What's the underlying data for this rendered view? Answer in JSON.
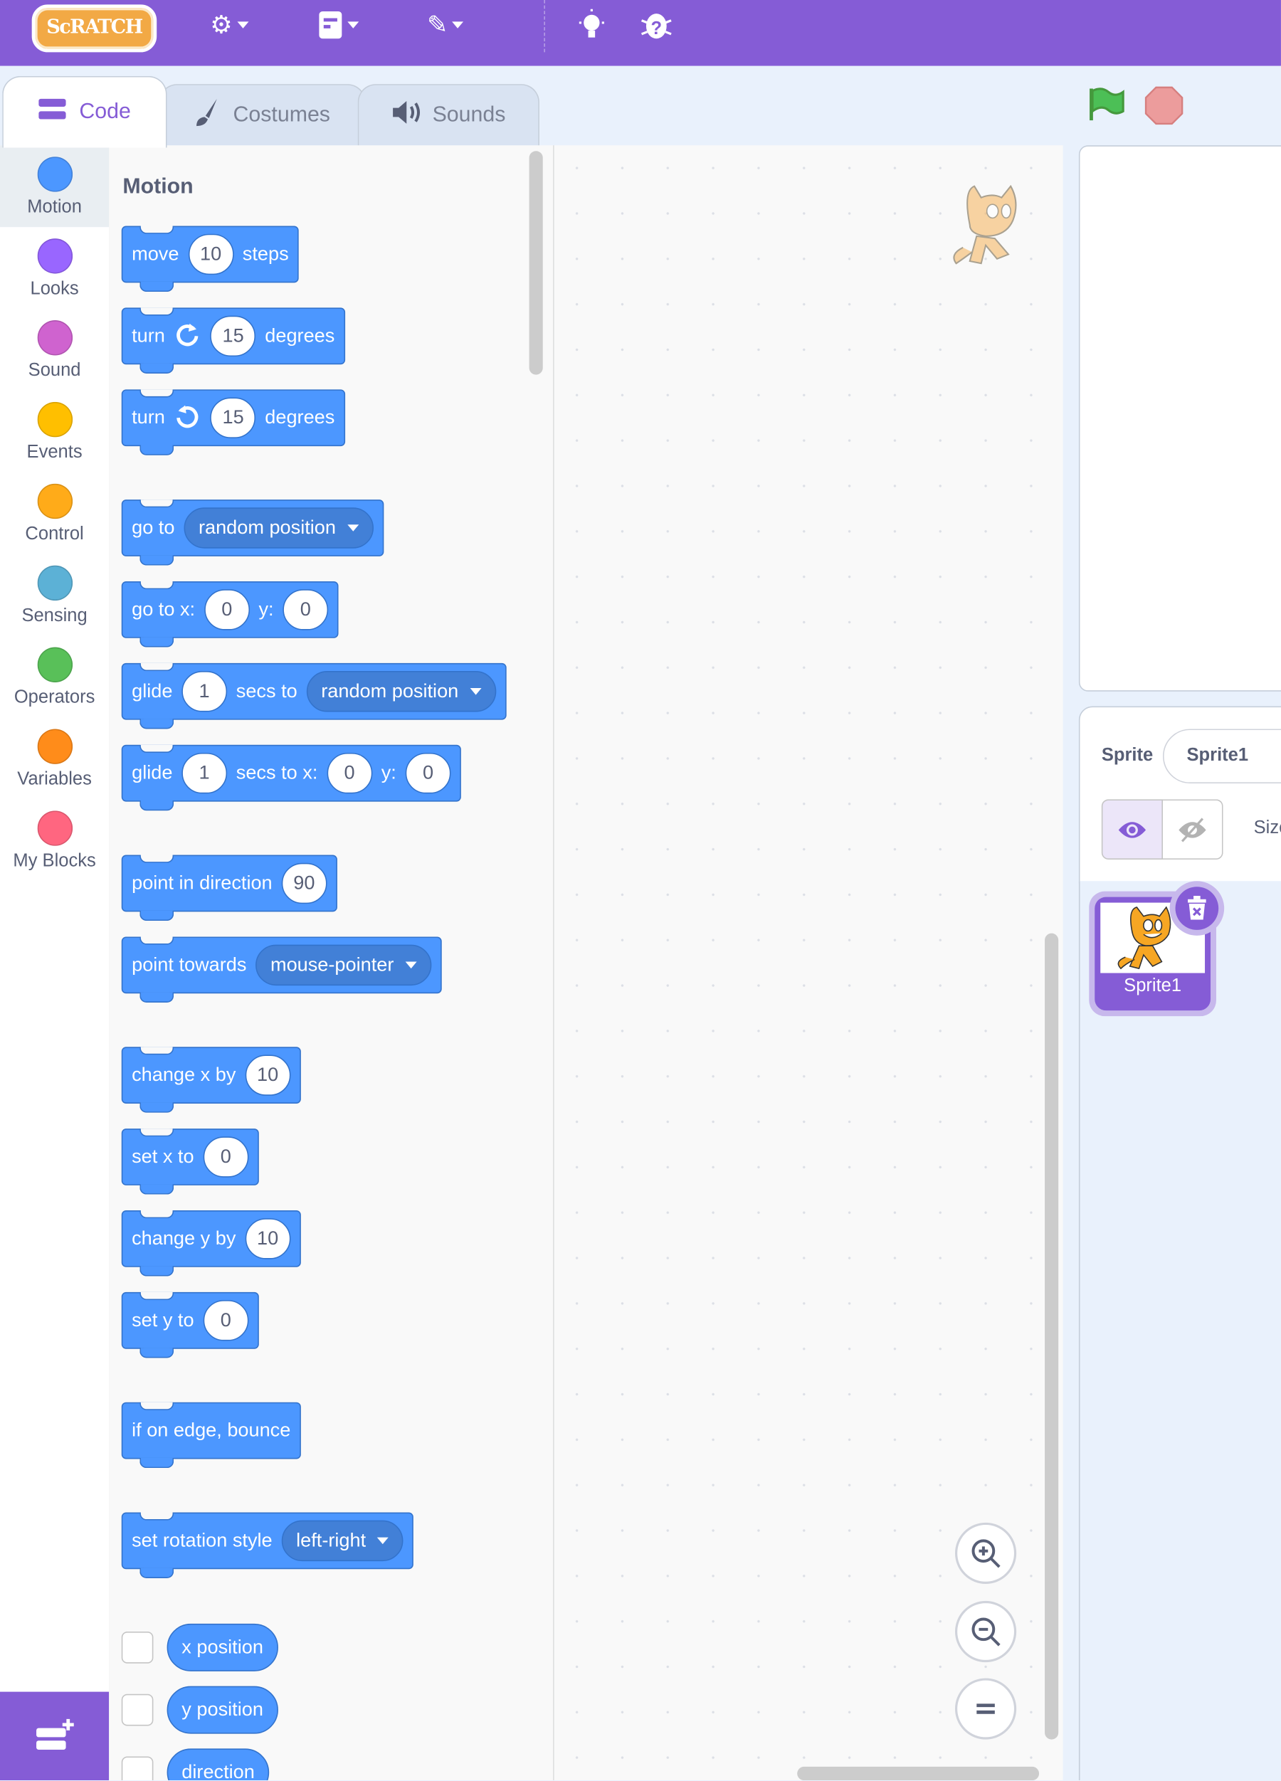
{
  "header": {
    "logo": "SCRATCH",
    "menus": [
      "settings-icon",
      "file-icon",
      "edit-icon"
    ],
    "icons": [
      "tutorials-bulb-icon",
      "debug-icon"
    ]
  },
  "tabs": [
    {
      "label": "Code",
      "active": true
    },
    {
      "label": "Costumes",
      "active": false
    },
    {
      "label": "Sounds",
      "active": false
    }
  ],
  "categories": [
    {
      "label": "Motion",
      "color": "#4c97ff",
      "selected": true
    },
    {
      "label": "Looks",
      "color": "#9966ff"
    },
    {
      "label": "Sound",
      "color": "#cf63cf"
    },
    {
      "label": "Events",
      "color": "#ffbf00"
    },
    {
      "label": "Control",
      "color": "#ffab19"
    },
    {
      "label": "Sensing",
      "color": "#5cb1d6"
    },
    {
      "label": "Operators",
      "color": "#59c059"
    },
    {
      "label": "Variables",
      "color": "#ff8c1a"
    },
    {
      "label": "My Blocks",
      "color": "#ff6680"
    }
  ],
  "palette": {
    "title": "Motion",
    "blocks": [
      {
        "name": "move-steps",
        "parts": [
          {
            "t": "text",
            "v": "move"
          },
          {
            "t": "num",
            "v": "10"
          },
          {
            "t": "text",
            "v": "steps"
          }
        ]
      },
      {
        "name": "turn-right",
        "parts": [
          {
            "t": "text",
            "v": "turn"
          },
          {
            "t": "icon",
            "v": "rotate-right-icon"
          },
          {
            "t": "num",
            "v": "15"
          },
          {
            "t": "text",
            "v": "degrees"
          }
        ]
      },
      {
        "name": "turn-left",
        "parts": [
          {
            "t": "text",
            "v": "turn"
          },
          {
            "t": "icon",
            "v": "rotate-left-icon"
          },
          {
            "t": "num",
            "v": "15"
          },
          {
            "t": "text",
            "v": "degrees"
          }
        ]
      },
      {
        "name": "go-to",
        "parts": [
          {
            "t": "text",
            "v": "go to"
          },
          {
            "t": "dd",
            "v": "random position"
          }
        ]
      },
      {
        "name": "go-to-xy",
        "parts": [
          {
            "t": "text",
            "v": "go to x:"
          },
          {
            "t": "num",
            "v": "0"
          },
          {
            "t": "text",
            "v": "y:"
          },
          {
            "t": "num",
            "v": "0"
          }
        ]
      },
      {
        "name": "glide-to",
        "parts": [
          {
            "t": "text",
            "v": "glide"
          },
          {
            "t": "num",
            "v": "1"
          },
          {
            "t": "text",
            "v": "secs to"
          },
          {
            "t": "dd",
            "v": "random position"
          }
        ]
      },
      {
        "name": "glide-to-xy",
        "parts": [
          {
            "t": "text",
            "v": "glide"
          },
          {
            "t": "num",
            "v": "1"
          },
          {
            "t": "text",
            "v": "secs to x:"
          },
          {
            "t": "num",
            "v": "0"
          },
          {
            "t": "text",
            "v": "y:"
          },
          {
            "t": "num",
            "v": "0"
          }
        ]
      },
      {
        "name": "point-in-direction",
        "parts": [
          {
            "t": "text",
            "v": "point in direction"
          },
          {
            "t": "num",
            "v": "90"
          }
        ]
      },
      {
        "name": "point-towards",
        "parts": [
          {
            "t": "text",
            "v": "point towards"
          },
          {
            "t": "dd",
            "v": "mouse-pointer"
          }
        ]
      },
      {
        "name": "change-x-by",
        "parts": [
          {
            "t": "text",
            "v": "change x by"
          },
          {
            "t": "num",
            "v": "10"
          }
        ]
      },
      {
        "name": "set-x-to",
        "parts": [
          {
            "t": "text",
            "v": "set x to"
          },
          {
            "t": "num",
            "v": "0"
          }
        ]
      },
      {
        "name": "change-y-by",
        "parts": [
          {
            "t": "text",
            "v": "change y by"
          },
          {
            "t": "num",
            "v": "10"
          }
        ]
      },
      {
        "name": "set-y-to",
        "parts": [
          {
            "t": "text",
            "v": "set y to"
          },
          {
            "t": "num",
            "v": "0"
          }
        ]
      },
      {
        "name": "if-on-edge-bounce",
        "parts": [
          {
            "t": "text",
            "v": "if on edge, bounce"
          }
        ]
      },
      {
        "name": "set-rotation-style",
        "parts": [
          {
            "t": "text",
            "v": "set rotation style"
          },
          {
            "t": "dd",
            "v": "left-right"
          }
        ]
      }
    ],
    "reporters": [
      "x position",
      "y position",
      "direction"
    ]
  },
  "sprite_info": {
    "label": "Sprite",
    "name": "Sprite1",
    "size_label": "Size"
  },
  "sprites": [
    {
      "name": "Sprite1",
      "selected": true
    }
  ]
}
